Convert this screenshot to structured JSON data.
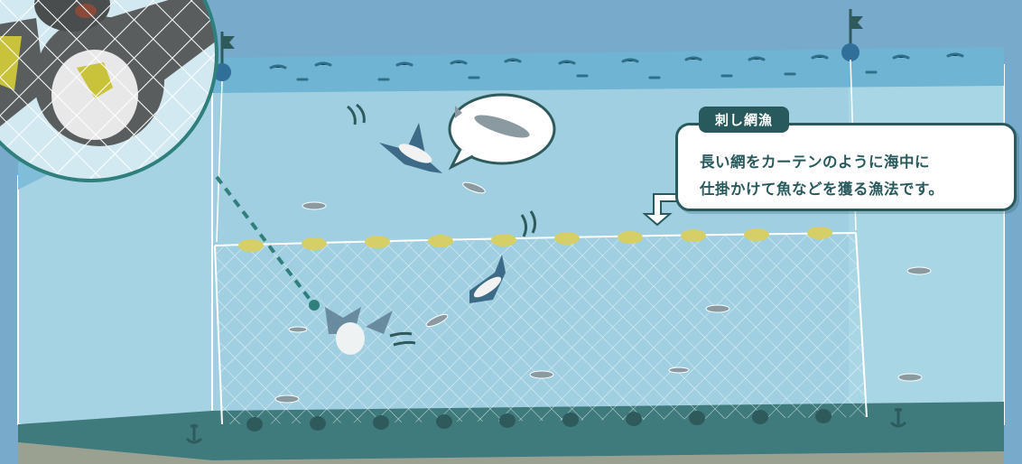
{
  "callout": {
    "title": "刺し網漁",
    "line1": "長い網をカーテンのように海中に",
    "line2": "仕掛かけて魚などを獲る漁法です。"
  },
  "colors": {
    "background": "#78aacb",
    "water": "#9fcfe0",
    "surface": "#6fb4d3",
    "seabed": "#3f7a7c",
    "float": "#d6cf68",
    "sinker": "#2f5a5c",
    "accent": "#28595c"
  },
  "icons": {
    "bird": "diving-seabird-icon",
    "fish": "sardine-icon",
    "anchor": "anchor-icon",
    "buoy": "marker-buoy-icon"
  }
}
